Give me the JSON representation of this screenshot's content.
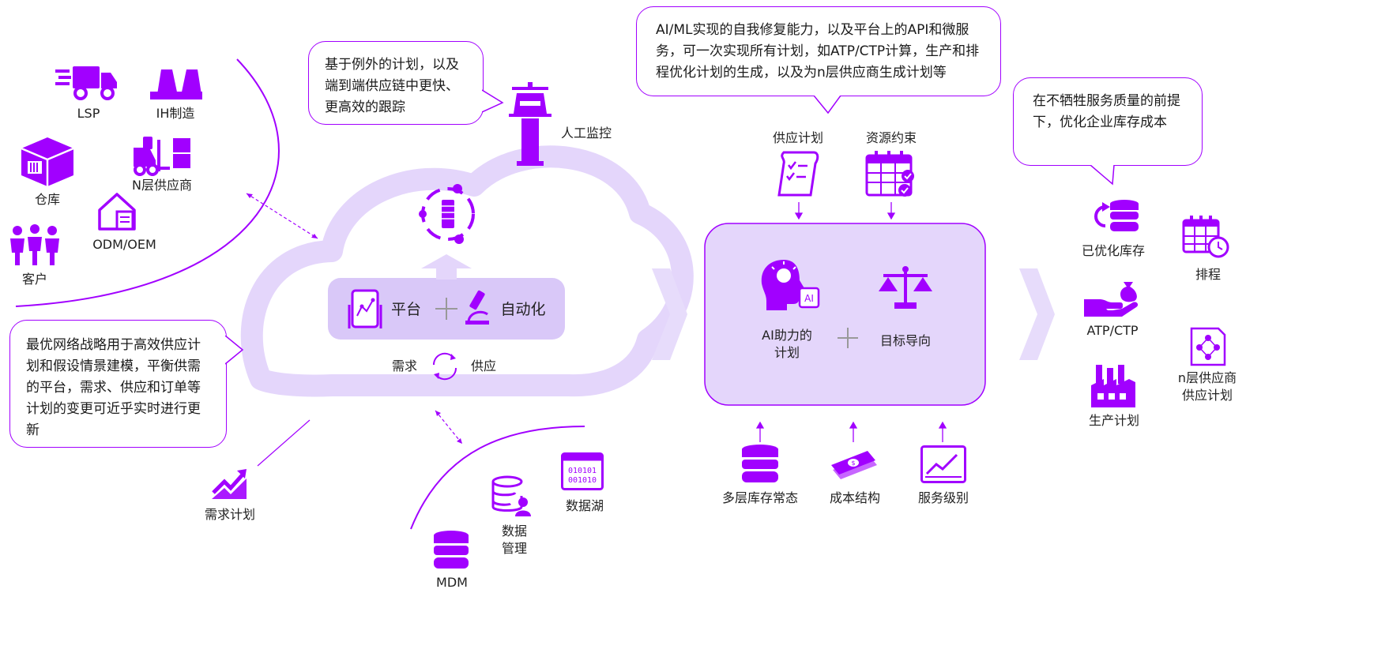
{
  "colors": {
    "accent": "#a100ff",
    "cloud": "#e4d6fb",
    "panel": "#d9c8f8",
    "chevron": "#e7dcfb"
  },
  "left_group": {
    "lsp": "LSP",
    "ih": "IH制造",
    "warehouse": "仓库",
    "n_tier": "N层供应商",
    "odm": "ODM/OEM",
    "customer": "客户"
  },
  "bubble_exception": "基于例外的计划，以及端到端供应链中更快、更高效的跟踪",
  "human_monitor": "人工监控",
  "bubble_network": "最优网络战略用于高效供应计划和假设情景建模，平衡供需的平台，需求、供应和订单等计划的变更可近乎实时进行更新",
  "demand_plan": "需求计划",
  "cloud": {
    "platform": "平台",
    "automation": "自动化",
    "demand": "需求",
    "supply": "供应"
  },
  "data_group": {
    "mdm": "MDM",
    "data_mgmt_1": "数据",
    "data_mgmt_2": "管理",
    "data_lake": "数据湖"
  },
  "bubble_ai": "AI/ML实现的自我修复能力，以及平台上的API和微服务，可一次实现所有计划，如ATP/CTP计算，生产和排程优化计划的生成，以及为n层供应商生成计划等",
  "inputs": {
    "supply_plan": "供应计划",
    "resource": "资源约束"
  },
  "center_box": {
    "ai_line1": "AI助力的",
    "ai_line2": "计划",
    "goal": "目标导向"
  },
  "bottom_inputs": {
    "inventory": "多层库存常态",
    "cost": "成本结构",
    "service": "服务级别"
  },
  "bubble_cost": "在不牺牲服务质量的前提下，优化企业库存成本",
  "outputs": {
    "optimized_inventory": "已优化库存",
    "scheduling": "排程",
    "atp": "ATP/CTP",
    "ntier_1": "n层供应商",
    "ntier_2": "供应计划",
    "production": "生产计划"
  },
  "icons": [
    "truck-icon",
    "factory-icon",
    "box-icon",
    "forklift-icon",
    "house-icon",
    "people-icon",
    "tower-icon",
    "trend-icon",
    "tablet-icon",
    "microscope-icon",
    "cycle-icon",
    "database-icon",
    "binary-icon",
    "document-icon",
    "calendar-icon",
    "brain-icon",
    "scale-icon",
    "money-icon",
    "chart-icon",
    "hand-bag-icon",
    "network-doc-icon"
  ]
}
